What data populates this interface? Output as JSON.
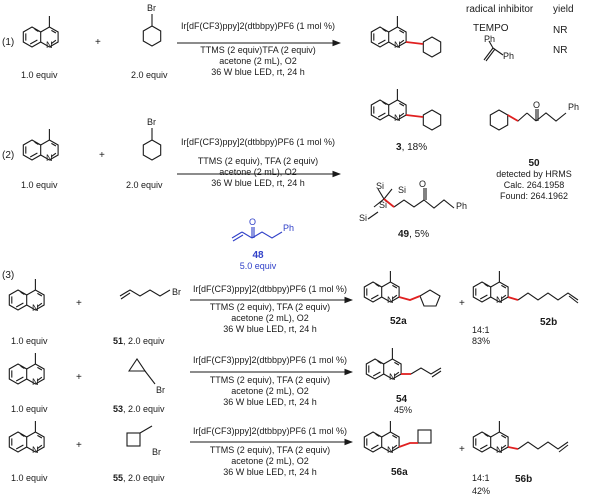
{
  "header": {
    "radical_inhibitor": "radical inhibitor",
    "yield": "yield",
    "tempo": "TEMPO",
    "ph_top": "Ph",
    "ph_bottom": "Ph",
    "nr1": "NR",
    "nr2": "NR"
  },
  "entries": {
    "e1": {
      "number": "(1)",
      "equiv_quinoline": "1.0 equiv",
      "equiv_reagent": "2.0 equiv",
      "br": "Br",
      "cond_catalyst": "Ir[dF(CF3)ppy]2(dtbbpy)PF6 (1 mol %)",
      "cond_2": "TTMS (2 equiv)TFA (2 equiv)",
      "cond_3": "acetone (2 mL), O2",
      "cond_4": "36 W blue LED, rt, 24 h"
    },
    "e2": {
      "number": "(2)",
      "equiv_quinoline": "1.0 equiv",
      "equiv_reagent": "2.0 equiv",
      "br": "Br",
      "cond_catalyst": "Ir[dF(CF3)ppy]2(dtbbpy)PF6 (1 mol %)",
      "cond_2": "TTMS (2 equiv), TFA (2 equiv)",
      "cond_3": "acetone (2 mL), O2",
      "cond_4": "36 W blue LED, rt, 24 h",
      "p3_id": "3",
      "p3_yield": ", 18%",
      "p49_id": "49",
      "p49_yield": ", 5%",
      "ph49": "Ph",
      "si": "Si",
      "acrylate_id": "48",
      "acrylate_equiv": "5.0 equiv",
      "acrylate_ph": "Ph",
      "o": "O",
      "p50_id": "50",
      "p50_note": "detected by HRMS",
      "p50_calc": "Calc. 264.1958",
      "p50_found": "Found: 264.1962",
      "ph50": "Ph"
    },
    "e3a": {
      "number": "(3)",
      "equiv_quinoline": "1.0 equiv",
      "reagent_label": "51",
      "reagent_equiv": ", 2.0 equiv",
      "br": "Br",
      "cond_catalyst": "Ir[dF(CF3)ppy]2(dtbbpy)PF6 (1 mol %)",
      "cond_2": "TTMS (2 equiv), TFA (2 equiv)",
      "cond_3": "acetone (2 mL), O2",
      "cond_4": "36 W blue LED, rt, 24 h",
      "pa_id": "52a",
      "pb_id": "52b",
      "ratio": "14:1",
      "yield": "83%"
    },
    "e3b": {
      "equiv_quinoline": "1.0 equiv",
      "reagent_label": "53",
      "reagent_equiv": ", 2.0 equiv",
      "br": "Br",
      "cond_catalyst": "Ir[dF(CF3)ppy]2(dtbbpy)PF6 (1 mol %)",
      "cond_2": "TTMS (2 equiv), TFA (2 equiv)",
      "cond_3": "acetone (2 mL), O2",
      "cond_4": "36 W blue LED, rt, 24 h",
      "p_id": "54",
      "yield": "45%"
    },
    "e3c": {
      "equiv_quinoline": "1.0 equiv",
      "reagent_label": "55",
      "reagent_equiv": ", 2.0 equiv",
      "br": "Br",
      "cond_catalyst": "Ir[dF(CF3)ppy]2(dtbbpy)PF6 (1 mol %)",
      "cond_2": "TTMS (2 equiv), TFA (2 equiv)",
      "cond_3": "acetone (2 mL), O2",
      "cond_4": "36 W blue LED, rt, 24 h",
      "pa_id": "56a",
      "pb_id": "56b",
      "ratio": "14:1",
      "yield": "42%"
    }
  },
  "symbols": {
    "plus": "+"
  },
  "colors": {
    "ink": "#1a1a1a",
    "new_bond": "#e02020",
    "reagent_blue": "#3040c8"
  }
}
